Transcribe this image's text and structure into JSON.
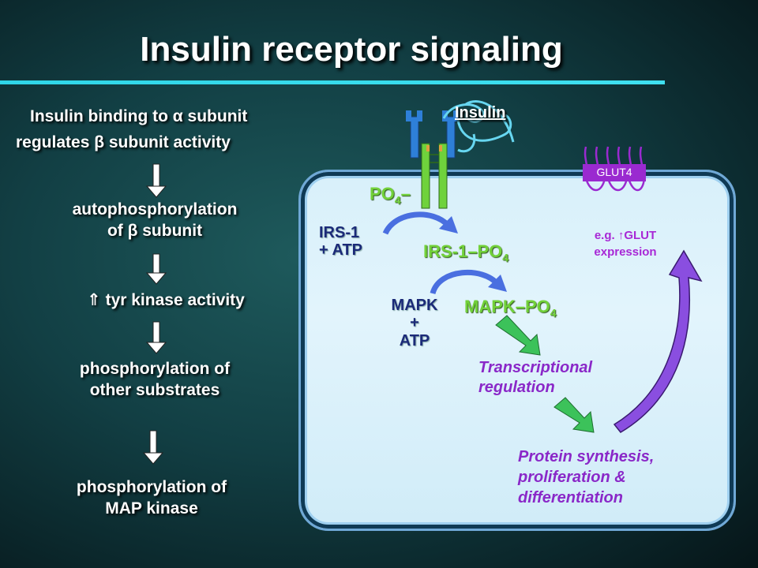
{
  "title": "Insulin receptor signaling",
  "left_column": {
    "intro_line1": "Insulin binding to α subunit",
    "intro_line2": "regulates β subunit activity",
    "step1_line1": "autophosphorylation",
    "step1_line2": "of β subunit",
    "step2": "⇑ tyr kinase activity",
    "step3_line1": "phosphorylation of",
    "step3_line2": "other substrates",
    "step4_line1": "phosphorylation of",
    "step4_line2": "MAP kinase"
  },
  "cell": {
    "insulin_label": "Insulin",
    "po4_label": "PO",
    "po4_sub": "4",
    "po4_dash": "–",
    "irs1_line1": "IRS-1",
    "irs1_line2": "+ ATP",
    "irs1_po4": "IRS-1–PO",
    "irs1_po4_sub": "4",
    "mapk_line1": "MAPK",
    "mapk_line2": "+",
    "mapk_line3": "ATP",
    "mapk_po4": "MAPK–PO",
    "mapk_po4_sub": "4",
    "transcription_line1": "Transcriptional",
    "transcription_line2": "regulation",
    "protein_line1": "Protein synthesis,",
    "protein_line2": "proliferation &",
    "protein_line3": "differentiation",
    "glut4_label": "GLUT4",
    "glut_note_line1": "e.g. ↑GLUT",
    "glut_note_line2": "expression"
  },
  "colors": {
    "receptor_blue": "#2e7fd8",
    "receptor_green": "#6fd23c",
    "pathway_arrow_green": "#3cc25a",
    "feedback_purple": "#8a4ee0",
    "text_purple": "#8a28c8"
  }
}
